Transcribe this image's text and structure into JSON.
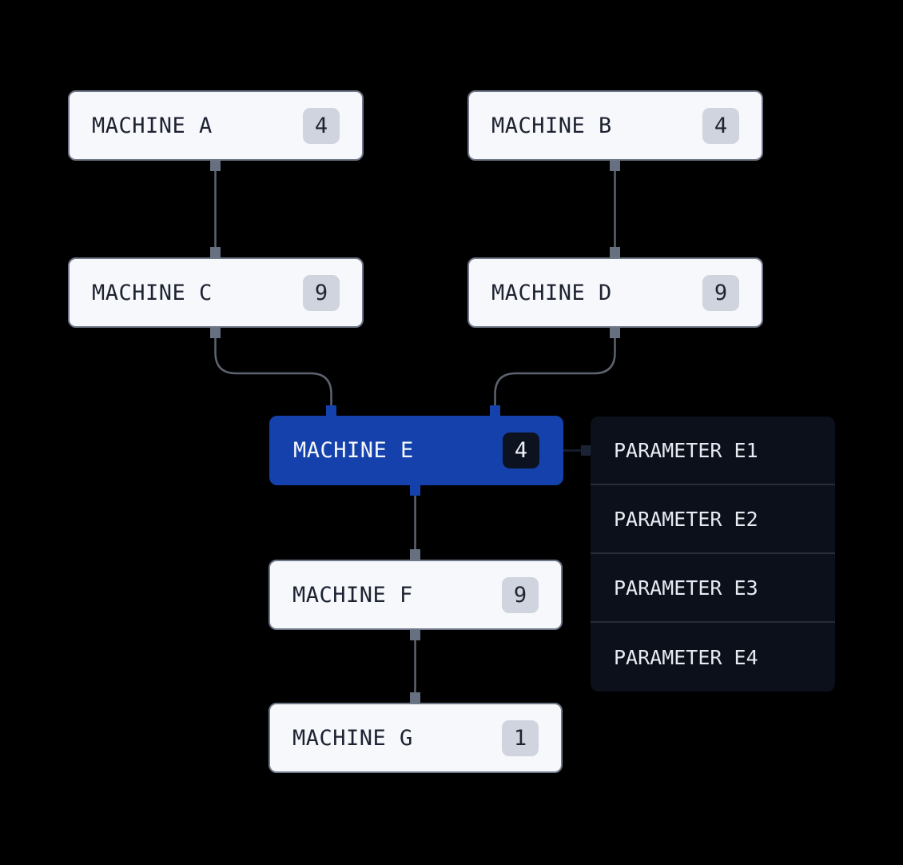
{
  "canvas": {
    "background": "#000000",
    "type": "node-graph"
  },
  "nodes": [
    {
      "id": "machine-a",
      "label": "MACHINE A",
      "badge": "4",
      "variant": "light"
    },
    {
      "id": "machine-b",
      "label": "MACHINE B",
      "badge": "4",
      "variant": "light"
    },
    {
      "id": "machine-c",
      "label": "MACHINE C",
      "badge": "9",
      "variant": "light"
    },
    {
      "id": "machine-d",
      "label": "MACHINE D",
      "badge": "9",
      "variant": "light"
    },
    {
      "id": "machine-e",
      "label": "MACHINE E",
      "badge": "4",
      "variant": "selected"
    },
    {
      "id": "machine-f",
      "label": "MACHINE F",
      "badge": "9",
      "variant": "light"
    },
    {
      "id": "machine-g",
      "label": "MACHINE G",
      "badge": "1",
      "variant": "light"
    }
  ],
  "parameters": {
    "attached_to": "machine-e",
    "items": [
      {
        "label": "PARAMETER E1"
      },
      {
        "label": "PARAMETER E2"
      },
      {
        "label": "PARAMETER E3"
      },
      {
        "label": "PARAMETER E4"
      }
    ]
  },
  "edges": [
    {
      "from": "machine-a",
      "to": "machine-c",
      "shape": "straight"
    },
    {
      "from": "machine-b",
      "to": "machine-d",
      "shape": "straight"
    },
    {
      "from": "machine-c",
      "to": "machine-e",
      "shape": "curved"
    },
    {
      "from": "machine-d",
      "to": "machine-e",
      "shape": "curved"
    },
    {
      "from": "machine-e",
      "to": "machine-f",
      "shape": "straight"
    },
    {
      "from": "machine-f",
      "to": "machine-g",
      "shape": "straight"
    },
    {
      "from": "machine-e-badge",
      "to": "parameter-panel",
      "shape": "straight"
    }
  ],
  "colors": {
    "background": "#000000",
    "node_bg": "#f7f8fc",
    "node_border": "#6f7888",
    "node_text": "#1c2230",
    "badge_bg": "#d0d4de",
    "badge_text": "#20242e",
    "selected_node_bg": "#1441ab",
    "selected_node_text": "#f5f7fb",
    "selected_badge_bg": "#0c1220",
    "panel_bg": "#0b101a",
    "panel_divider": "#272d3a",
    "panel_text": "#e7eaf1",
    "port_gray": "#667081",
    "edge_gray": "#5d646f",
    "edge_dark": "#141b2a",
    "dark_port": "#1a2233"
  }
}
